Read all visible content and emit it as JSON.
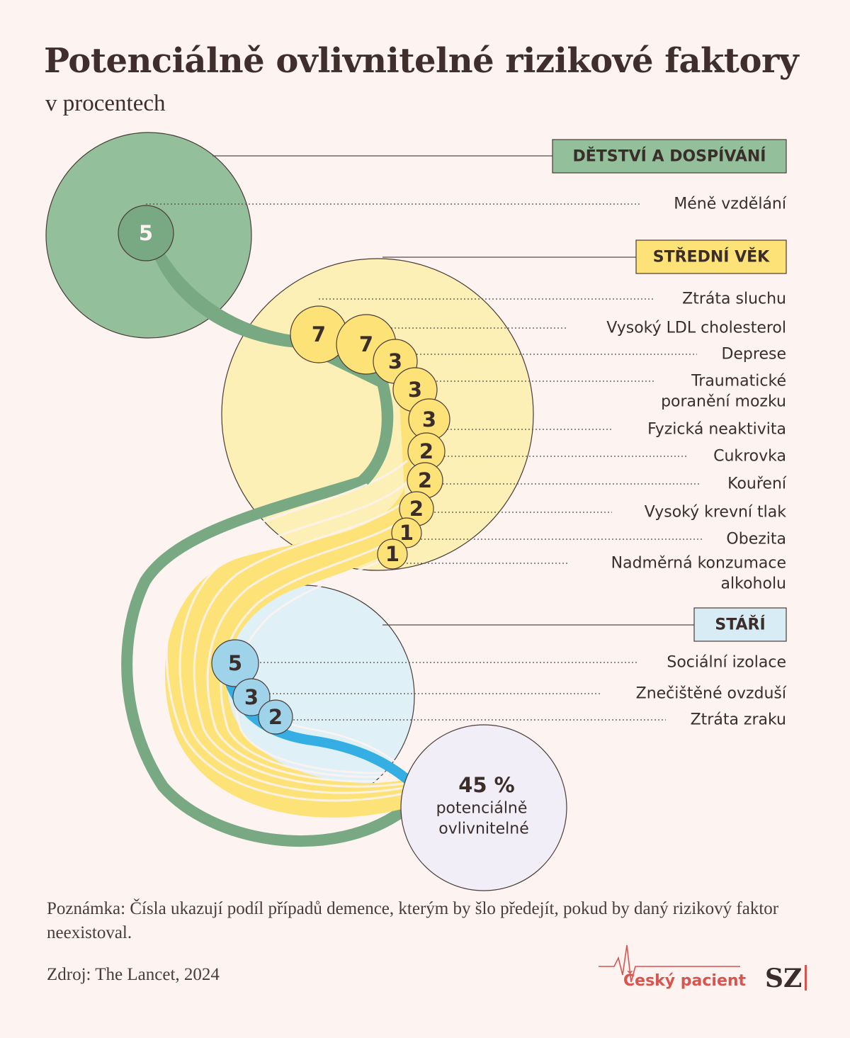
{
  "title": "Potenciálně ovlivnitelné rizikové faktory",
  "subtitle": "v procentech",
  "stages": [
    {
      "label": "DĚTSTVÍ A DOSPÍVÁNÍ",
      "color": "#93bf9a",
      "factors": [
        {
          "value": "5",
          "label": "Méně vzdělání"
        }
      ]
    },
    {
      "label": "STŘEDNÍ VĚK",
      "color": "#fde277",
      "factors": [
        {
          "value": "7",
          "label": "Ztráta sluchu"
        },
        {
          "value": "7",
          "label": "Vysoký LDL cholesterol"
        },
        {
          "value": "3",
          "label": "Deprese"
        },
        {
          "value": "3",
          "label": "Traumatické poranění mozku",
          "label_lines": [
            "Traumatické",
            "poranění mozku"
          ]
        },
        {
          "value": "3",
          "label": "Fyzická neaktivita"
        },
        {
          "value": "2",
          "label": "Cukrovka"
        },
        {
          "value": "2",
          "label": "Kouření"
        },
        {
          "value": "2",
          "label": "Vysoký krevní tlak"
        },
        {
          "value": "1",
          "label": "Obezita"
        },
        {
          "value": "1",
          "label": "Nadměrná konzumace alkoholu",
          "label_lines": [
            "Nadměrná konzumace",
            "alkoholu"
          ]
        }
      ]
    },
    {
      "label": "STÁŘÍ",
      "color": "#d7ecf5",
      "factors": [
        {
          "value": "5",
          "label": "Sociální izolace"
        },
        {
          "value": "3",
          "label": "Znečištěné ovzduší"
        },
        {
          "value": "2",
          "label": "Ztráta zraku"
        }
      ]
    }
  ],
  "total": {
    "value": "45 %",
    "line1": "potenciálně",
    "line2": "ovlivnitelné"
  },
  "note": "Poznámka: Čísla ukazují podíl případů demence, kterým by šlo předejít, pokud by daný rizikový faktor neexistoval.",
  "source": "Zdroj: The Lancet, 2024",
  "brand": "Český pacient",
  "brand2": "SZ",
  "colors": {
    "green": "#93bf9a",
    "green_dark": "#78a983",
    "yellow": "#fde277",
    "yellow_light": "#fdf0b6",
    "blue": "#34aee3",
    "blue_light": "#dff0f7",
    "total_bg": "#f1eef8"
  }
}
